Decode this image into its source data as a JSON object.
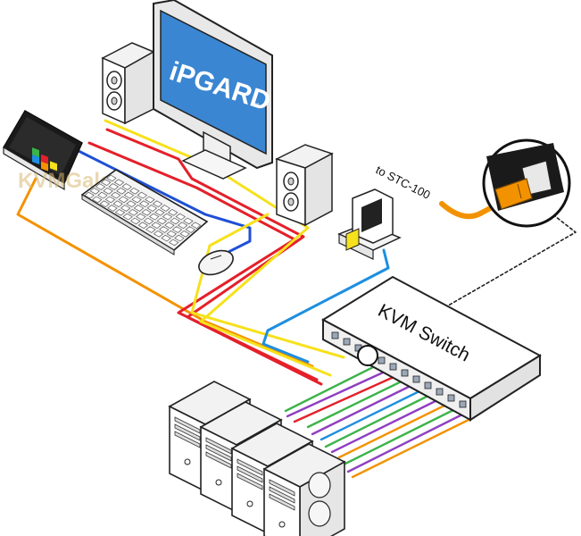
{
  "monitor": {
    "brand": "iPGARD",
    "trademark": "™"
  },
  "kvm": {
    "label": "KVM Switch"
  },
  "stc": {
    "label": "to STC-100"
  },
  "watermark": {
    "text": "KVMGalore"
  },
  "colors": {
    "red": "#e4202a",
    "yellow": "#f6e11c",
    "blue": "#1f4fd8",
    "lightblue": "#1e8fe0",
    "orange": "#f39200",
    "green": "#3cb44a",
    "purple": "#8e3fc1",
    "screen": "#3a86d2",
    "cable_stc": "#f39200"
  },
  "icons": [
    "speaker-icon",
    "monitor-icon",
    "touch-panel-icon",
    "keyboard-icon",
    "mouse-icon",
    "card-reader-icon",
    "kvm-switch-icon",
    "computer-tower-icon",
    "rj45-connector-icon"
  ]
}
